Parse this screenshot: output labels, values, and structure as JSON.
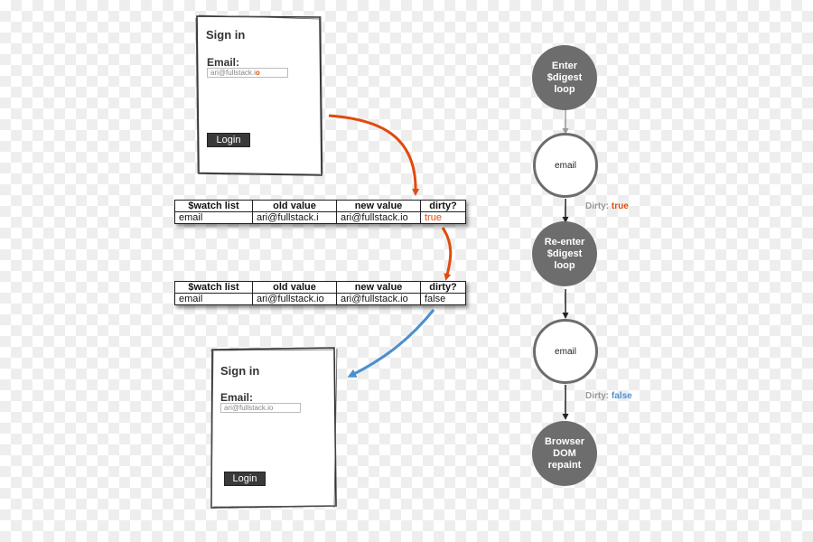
{
  "card_top": {
    "title": "Sign in",
    "email_label": "Email:",
    "email_value": "ari@fullstack.i",
    "email_cursor": "o",
    "button_label": "Login"
  },
  "card_bottom": {
    "title": "Sign in",
    "email_label": "Email:",
    "email_value": "ari@fullstack.io",
    "button_label": "Login"
  },
  "table_1": {
    "headers": [
      "$watch list",
      "old value",
      "new value",
      "dirty?"
    ],
    "row": [
      "email",
      "ari@fullstack.i",
      "ari@fullstack.io",
      "true"
    ]
  },
  "table_2": {
    "headers": [
      "$watch list",
      "old value",
      "new value",
      "dirty?"
    ],
    "row": [
      "email",
      "ari@fullstack.io",
      "ari@fullstack.io",
      "false"
    ]
  },
  "flow": {
    "nodes": [
      {
        "text": "Enter\n$digest\nloop",
        "style": "filled"
      },
      {
        "text": "email",
        "style": "outline"
      },
      {
        "text": "Re-enter\n$digest\nloop",
        "style": "filled"
      },
      {
        "text": "email",
        "style": "outline"
      },
      {
        "text": "Browser\nDOM\nrepaint",
        "style": "filled"
      }
    ],
    "dirty_labels": [
      {
        "key": "Dirty:",
        "value": "true"
      },
      {
        "key": "Dirty:",
        "value": "false"
      }
    ]
  },
  "colors": {
    "orange_arrow": "#e24a0e",
    "blue_arrow": "#4a90d0",
    "node_gray": "#6d6d6d",
    "connector_gray": "#9a9a9a",
    "connector_dark": "#222222"
  }
}
